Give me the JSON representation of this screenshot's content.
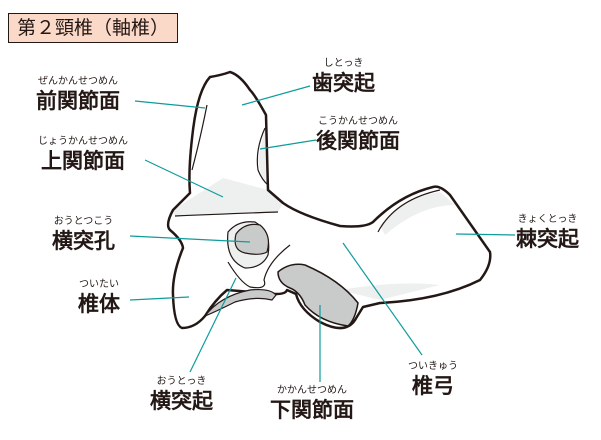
{
  "title": "第２頸椎（軸椎）",
  "colors": {
    "line": "#0e9c9a",
    "outline": "#231815",
    "facet": "#c9caca",
    "shade": "#eeefef",
    "title_bg": "#fbd9c8"
  },
  "labels": {
    "anterior_facet": {
      "text": "前関節面",
      "ruby": "ぜんかんせつめん"
    },
    "dens": {
      "text": "歯突起",
      "ruby": "しとっき"
    },
    "posterior_facet": {
      "text": "後関節面",
      "ruby": "こうかんせつめん"
    },
    "superior_facet": {
      "text": "上関節面",
      "ruby": "じょうかんせつめん"
    },
    "transverse_foramen": {
      "text": "横突孔",
      "ruby": "おうとつこう"
    },
    "body": {
      "text": "椎体",
      "ruby": "ついたい"
    },
    "transverse_process": {
      "text": "横突起",
      "ruby": "おうとっき"
    },
    "inferior_facet": {
      "text": "下関節面",
      "ruby": "かかんせつめん"
    },
    "arch": {
      "text": "椎弓",
      "ruby": "ついきゅう"
    },
    "spinous_process": {
      "text": "棘突起",
      "ruby": "きょくとっき"
    }
  }
}
